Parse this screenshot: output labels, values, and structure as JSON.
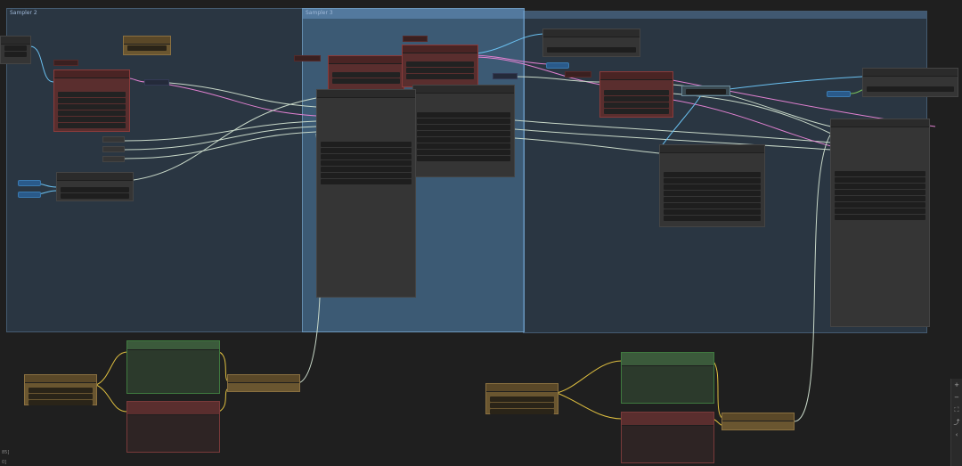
{
  "groups": {
    "sampler_1_title": "Sampler 2",
    "sampler_2_title": "Sampler 3"
  },
  "toolbar": {
    "tools": [
      {
        "icon": "fit-view-icon",
        "glyph": "+"
      },
      {
        "icon": "zoom-out-icon",
        "glyph": "−"
      },
      {
        "icon": "frame-icon",
        "glyph": "⛶"
      },
      {
        "icon": "link-toggle-icon",
        "glyph": "⤴"
      },
      {
        "icon": "collapse-icon",
        "glyph": "‹"
      }
    ]
  },
  "status": {
    "line1": "85]",
    "line2": "0]"
  },
  "colors": {
    "background": "#1f1f1f",
    "group_fill": "#466e96",
    "wire_white": "#c8d8c8",
    "wire_pink": "#e080d0",
    "wire_blue": "#6ac0f0",
    "wire_yellow": "#e0c040"
  }
}
